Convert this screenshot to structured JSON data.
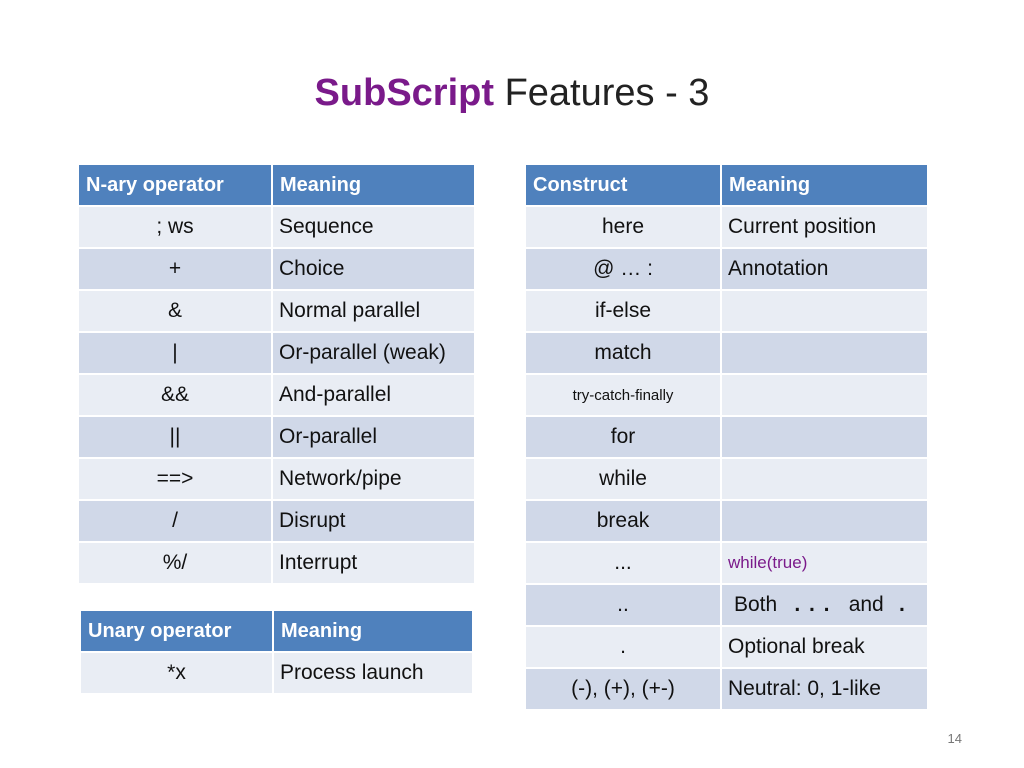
{
  "title": {
    "accent": "SubScript",
    "rest": "Features - 3"
  },
  "nary_table": {
    "headers": [
      "N-ary operator",
      "Meaning"
    ],
    "rows": [
      {
        "op": ";  ws",
        "meaning": "Sequence"
      },
      {
        "op": "+",
        "meaning": "Choice"
      },
      {
        "op": "&",
        "meaning": "Normal parallel"
      },
      {
        "op": "|",
        "meaning": "Or-parallel (weak)"
      },
      {
        "op": "&&",
        "meaning": "And-parallel"
      },
      {
        "op": "||",
        "meaning": "Or-parallel"
      },
      {
        "op": "==>",
        "meaning": "Network/pipe"
      },
      {
        "op": "/",
        "meaning": "Disrupt"
      },
      {
        "op": "%/",
        "meaning": "Interrupt"
      }
    ]
  },
  "unary_table": {
    "headers": [
      "Unary operator",
      "Meaning"
    ],
    "rows": [
      {
        "op": "*x",
        "meaning": "Process launch"
      }
    ]
  },
  "construct_table": {
    "headers": [
      "Construct",
      "Meaning"
    ],
    "rows": [
      {
        "construct": "here",
        "meaning": "Current position"
      },
      {
        "construct": "@ … :",
        "meaning": "Annotation"
      },
      {
        "construct": "if-else",
        "meaning": ""
      },
      {
        "construct": "match",
        "meaning": ""
      },
      {
        "construct": "try-catch-finally",
        "meaning": ""
      },
      {
        "construct": "for",
        "meaning": ""
      },
      {
        "construct": "while",
        "meaning": ""
      },
      {
        "construct": "break",
        "meaning": ""
      },
      {
        "construct": "...",
        "meaning": "while(true)"
      },
      {
        "construct": "..",
        "meaning_parts": {
          "a": "Both",
          "b": "...",
          "c": "and",
          "d": "."
        }
      },
      {
        "construct": ".",
        "meaning": "Optional break"
      },
      {
        "construct_parts": {
          "a": "(-)",
          "sep1": ", ",
          "b": "(+)",
          "sep2": ", ",
          "c": "(+-)"
        },
        "meaning": "Neutral: 0, 1-like"
      }
    ]
  },
  "page_number": "14",
  "colors": {
    "header_bg": "#4f81bd",
    "row_light": "#e9edf4",
    "row_dark": "#d0d8e8",
    "accent": "#7a1a8a"
  }
}
